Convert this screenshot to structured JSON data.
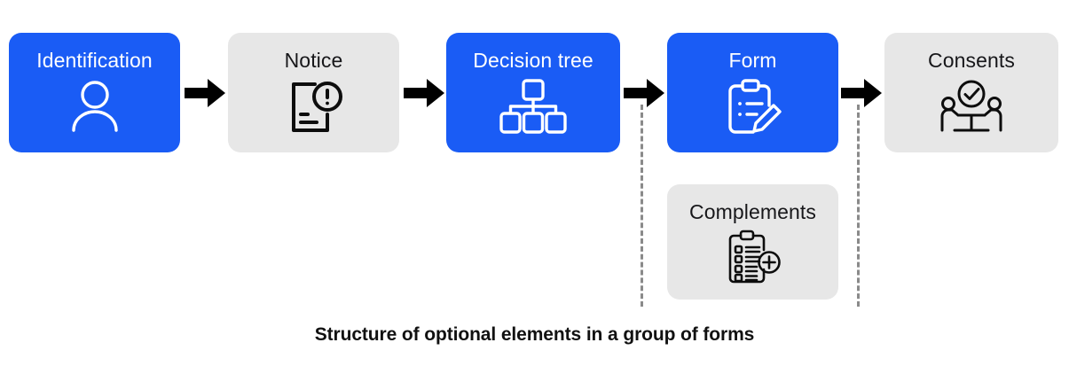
{
  "diagram": {
    "caption": "Structure of optional elements in a group of forms",
    "colors": {
      "blue": "#1a5cf5",
      "gray": "#e7e7e7",
      "arrow": "#000000",
      "dashed_line": "#8a8a8a",
      "background": "#ffffff",
      "blue_text": "#ffffff",
      "gray_text": "#17171a"
    },
    "nodes": [
      {
        "label": "Identification",
        "icon": "person-icon",
        "style": "blue"
      },
      {
        "label": "Notice",
        "icon": "document-alert-icon",
        "style": "gray"
      },
      {
        "label": "Decision tree",
        "icon": "org-chart-icon",
        "style": "blue"
      },
      {
        "label": "Form",
        "icon": "clipboard-pencil-icon",
        "style": "blue"
      },
      {
        "label": "Consents",
        "icon": "handshake-check-icon",
        "style": "gray"
      },
      {
        "label": "Complements",
        "icon": "clipboard-plus-icon",
        "style": "gray"
      }
    ],
    "arrows": [
      {
        "name": "arrow-identification-to-notice"
      },
      {
        "name": "arrow-notice-to-decision-tree"
      },
      {
        "name": "arrow-decision-tree-to-form"
      },
      {
        "name": "arrow-form-to-consents"
      }
    ],
    "dashed_lines": [
      {
        "name": "dashed-line-before-form"
      },
      {
        "name": "dashed-line-before-consents"
      }
    ]
  }
}
